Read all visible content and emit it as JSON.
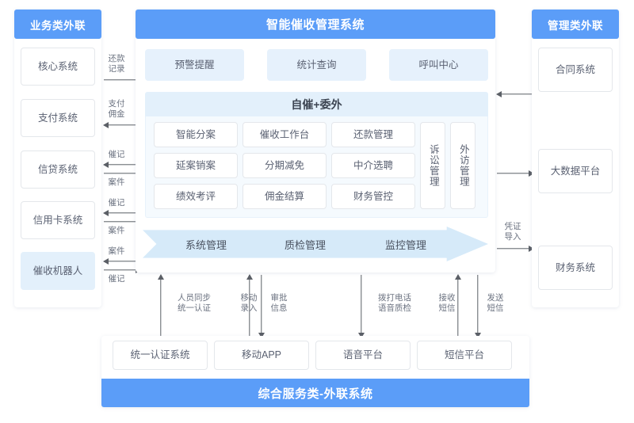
{
  "left_panel": {
    "header": "业务类外联",
    "items": [
      {
        "label": "核心系统",
        "highlight": false
      },
      {
        "label": "支付系统",
        "highlight": false
      },
      {
        "label": "信贷系统",
        "highlight": false
      },
      {
        "label": "信用卡系统",
        "highlight": false
      },
      {
        "label": "催收机器人",
        "highlight": true
      }
    ]
  },
  "center_panel": {
    "header": "智能催收管理系统",
    "top_modules": [
      "预警提醒",
      "统计查询",
      "呼叫中心"
    ],
    "section_title": "自催+委外",
    "grid": [
      [
        "智能分案",
        "催收工作台",
        "还款管理"
      ],
      [
        "延案销案",
        "分期减免",
        "中介选聘"
      ],
      [
        "绩效考评",
        "佣金结算",
        "财务管控"
      ]
    ],
    "side_modules": [
      "诉讼管理",
      "外访管理"
    ],
    "chevron_items": [
      "系统管理",
      "质检管理",
      "监控管理"
    ]
  },
  "right_panel": {
    "header": "管理类外联",
    "items": [
      "合同系统",
      "大数据平台",
      "财务系统"
    ]
  },
  "bottom_panel": {
    "header": "综合服务类-外联系统",
    "items": [
      "统一认证系统",
      "移动APP",
      "语音平台",
      "短信平台"
    ]
  },
  "left_flows": [
    {
      "label": "还款\n记录",
      "direction": "right"
    },
    {
      "label": "支付\n佣金",
      "direction": "left"
    },
    {
      "label": "催记",
      "direction": "left"
    },
    {
      "label": "案件",
      "direction": "right"
    },
    {
      "label": "催记",
      "direction": "left"
    },
    {
      "label": "案件",
      "direction": "right"
    },
    {
      "label": "案件",
      "direction": "left"
    },
    {
      "label": "催记",
      "direction": "right"
    }
  ],
  "right_flows": [
    {
      "label": "",
      "direction": "left"
    },
    {
      "label": "",
      "direction": "right"
    },
    {
      "label": "凭证\n导入",
      "direction": "right"
    }
  ],
  "bottom_flows": [
    {
      "label": "人员同步\n统一认证",
      "direction": "up"
    },
    {
      "label": "移动\n录入",
      "direction": "up"
    },
    {
      "label": "审批\n信息",
      "direction": "down"
    },
    {
      "label": "拨打电话\n语音质检",
      "direction": "down"
    },
    {
      "label": "接收\n短信",
      "direction": "up"
    },
    {
      "label": "发送\n短信",
      "direction": "down"
    }
  ],
  "colors": {
    "brand_blue": "#5B9DF8",
    "light_blue": "#E3F0FB",
    "chevron_blue": "#D6EAF9",
    "border_gray": "#E4E7EB",
    "text_gray": "#5a6172",
    "arrow_gray": "#5b5f66"
  }
}
